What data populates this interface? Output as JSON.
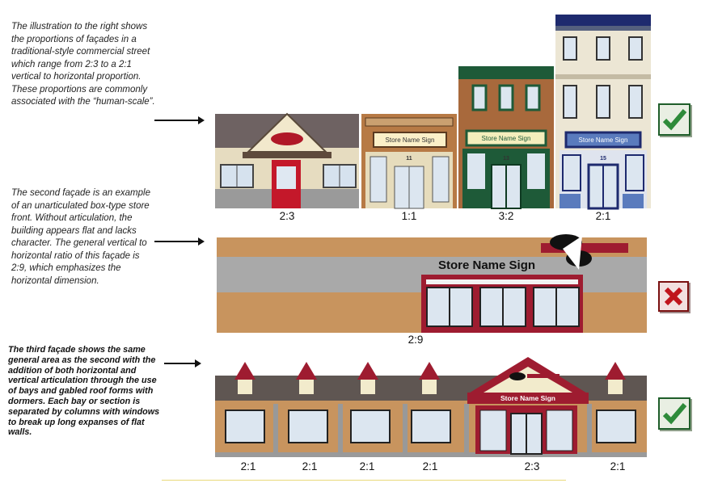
{
  "text": {
    "p1": "The illustration to the right shows the proportions of façades in a traditional-style commercial street which range from 2:3 to a 2:1 vertical to horizontal proportion. These proportions are commonly associated with the “human-scale”.",
    "p2": "The second façade is an example of an unarticulated box-type store front. Without articulation, the building appears flat and lacks character. The general vertical to horizontal ratio of this façade is 2:9, which emphasizes the horizontal dimension.",
    "p3": "The third façade shows the same general area as the second with the addition of both horizontal and vertical articulation through the use of bays and gabled roof forms with dormers. Each bay or section is separated by columns with windows to break up long expanses of flat walls."
  },
  "row1": {
    "ratios": [
      "2:3",
      "1:1",
      "3:2",
      "2:1"
    ],
    "signs": [
      "Store Name Sign",
      "Store Name Sign",
      "Store Name Sign"
    ],
    "numbers": [
      "11",
      "13",
      "15"
    ]
  },
  "row2": {
    "ratio": "2:9",
    "sign": "Store Name Sign"
  },
  "row3": {
    "ratios": [
      "2:1",
      "2:1",
      "2:1",
      "2:1",
      "2:3",
      "2:1"
    ],
    "sign": "Store Name Sign"
  },
  "marks": {
    "row1": "check",
    "row2": "x",
    "row3": "check"
  },
  "colors": {
    "check_green": "#2e8b3a",
    "x_red": "#c0141c",
    "brick": "#b0703a",
    "maroon": "#8c1c34"
  }
}
